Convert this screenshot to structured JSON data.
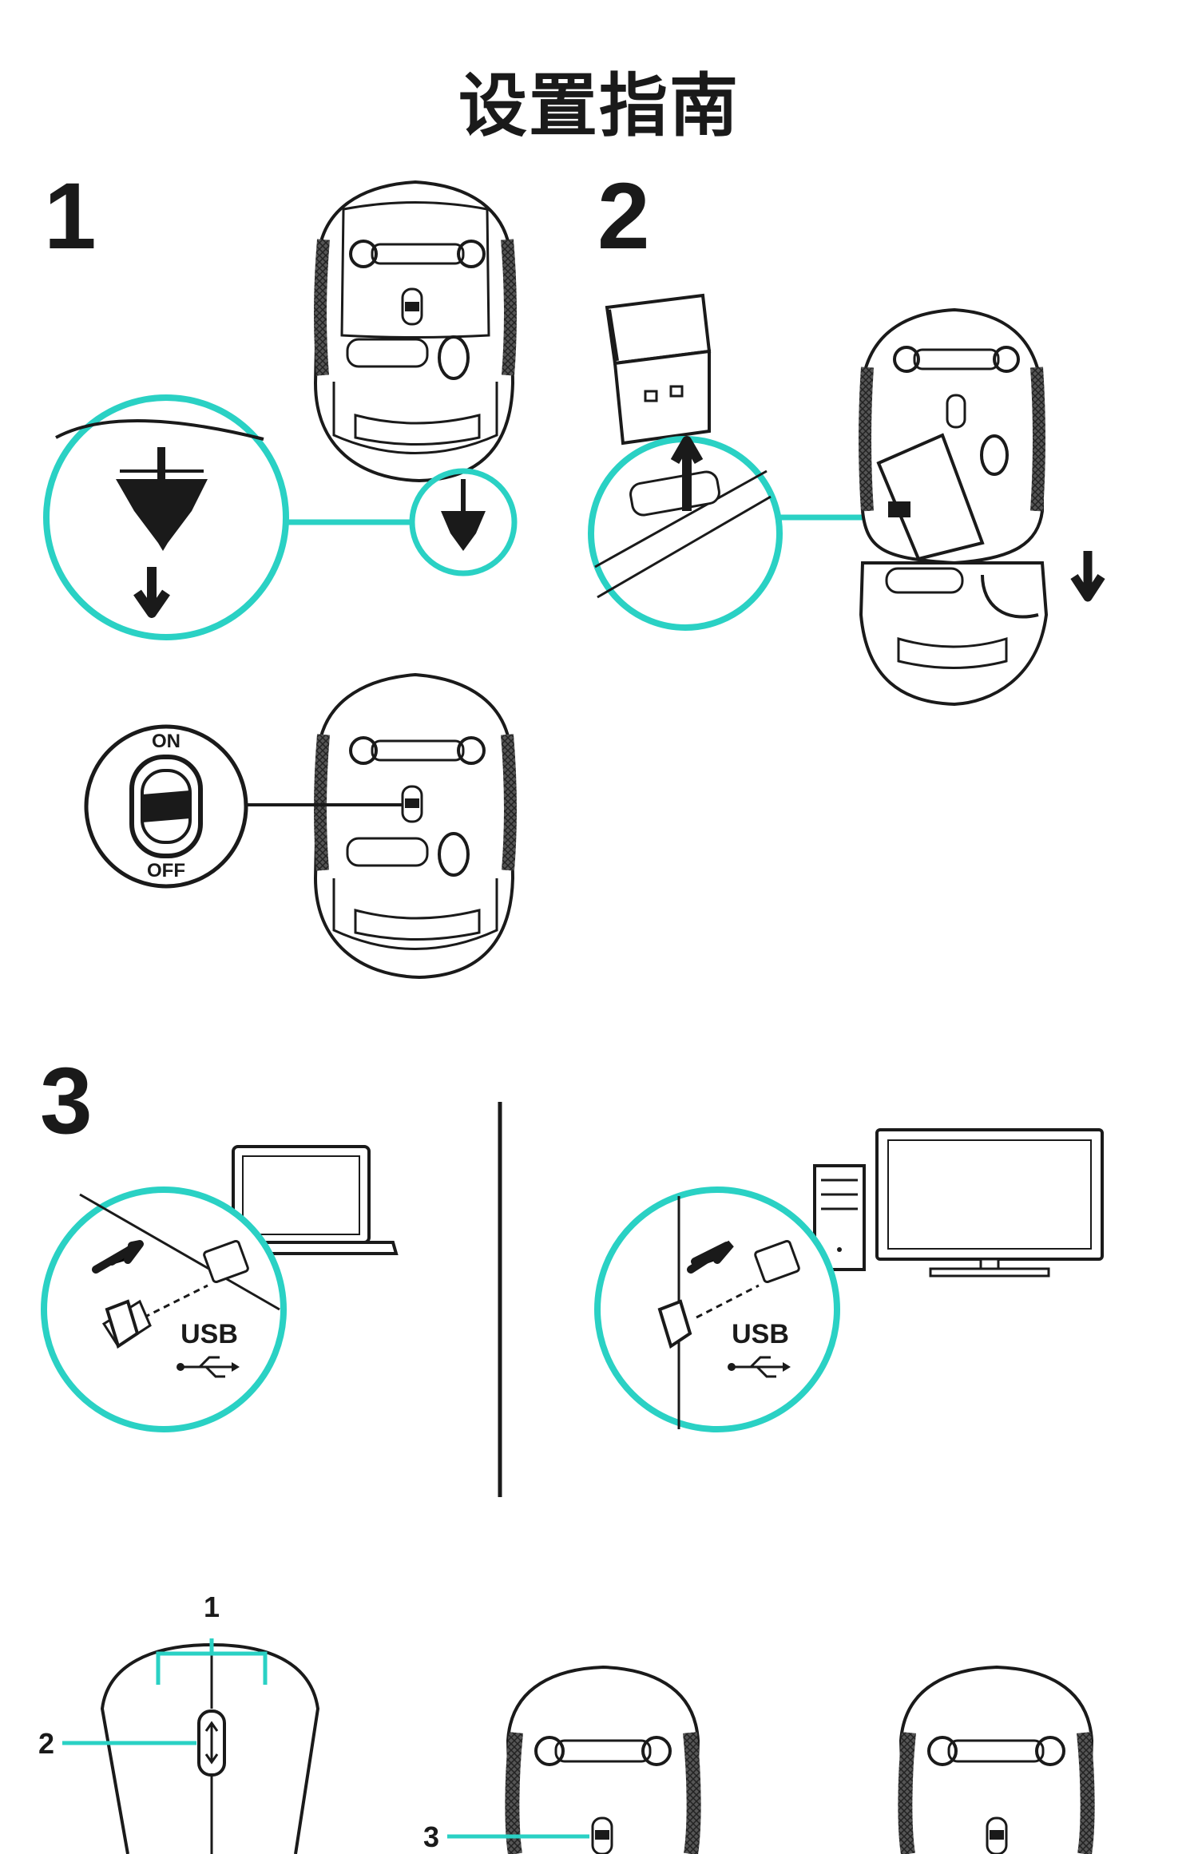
{
  "page": {
    "title": "设置指南"
  },
  "steps": [
    {
      "number": "1"
    },
    {
      "number": "2"
    },
    {
      "number": "3"
    }
  ],
  "switch": {
    "on_label": "ON",
    "off_label": "OFF"
  },
  "usb": {
    "label": "USB"
  },
  "callouts": {
    "one": "1",
    "two": "2",
    "three": "3"
  },
  "colors": {
    "accent": "#2ad1c4",
    "line": "#1a1a1a",
    "background": "#ffffff"
  }
}
